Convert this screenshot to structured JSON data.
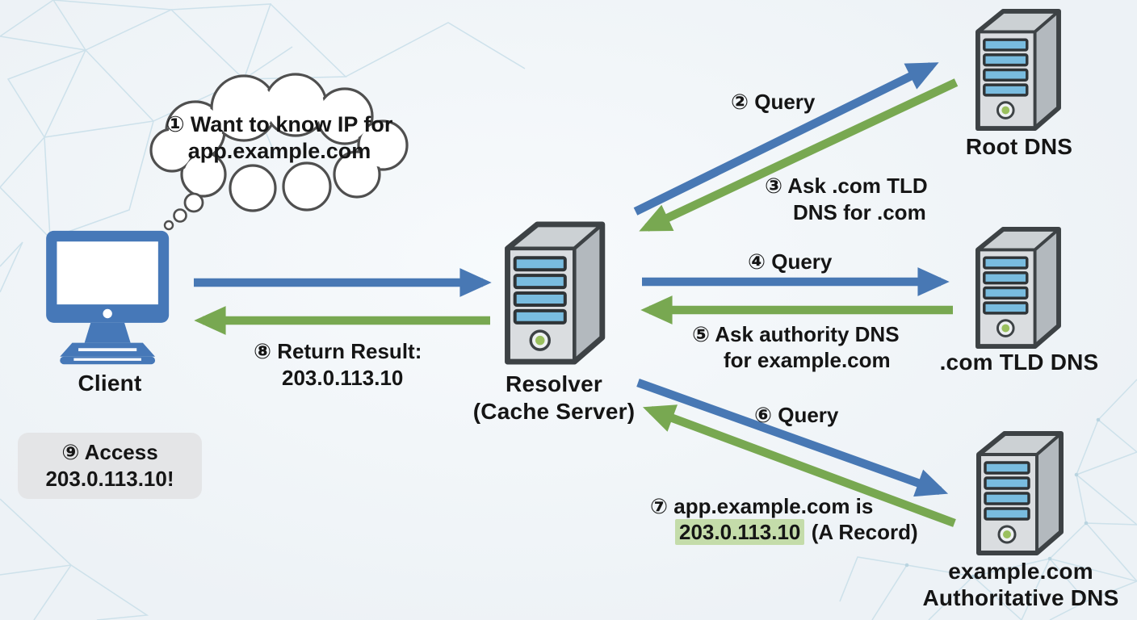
{
  "colors": {
    "blue_arrow": "#4878b4",
    "green_arrow": "#78a851",
    "highlight_green": "#c4dcaa",
    "access_box_bg": "#e4e5e7",
    "background": "#edf2f6",
    "client_blue": "#4678b8",
    "server_front": "#dadde0",
    "server_top": "#ccd1d4",
    "server_side": "#b3b9be",
    "server_stroke": "#3d4245",
    "server_bay": "#79bcdf",
    "led_green": "#9ac05e",
    "mesh_line": "#c9dfe9"
  },
  "thought_bubble": {
    "line1": "① Want to know IP for",
    "line2": "app.example.com"
  },
  "nodes": {
    "client": {
      "label": "Client"
    },
    "resolver": {
      "label": "Resolver",
      "sublabel": "(Cache Server)"
    },
    "root_dns": {
      "label": "Root DNS"
    },
    "tld_dns": {
      "label": ".com TLD DNS"
    },
    "auth_dns": {
      "label": "example.com",
      "sublabel": "Authoritative DNS"
    }
  },
  "steps": {
    "step2": "② Query",
    "step3_line1": "③ Ask .com TLD",
    "step3_line2": "DNS for .com",
    "step4": "④ Query",
    "step5_line1": "⑤ Ask authority DNS",
    "step5_line2": "for example.com",
    "step6": "⑥ Query",
    "step7_line1": "⑦ app.example.com is",
    "step7_ip": "203.0.113.10",
    "step7_suffix": "(A Record)",
    "step8_line1": "⑧ Return Result:",
    "step8_line2": "203.0.113.10",
    "step9_line1": "⑨ Access",
    "step9_line2": "203.0.113.10!"
  }
}
